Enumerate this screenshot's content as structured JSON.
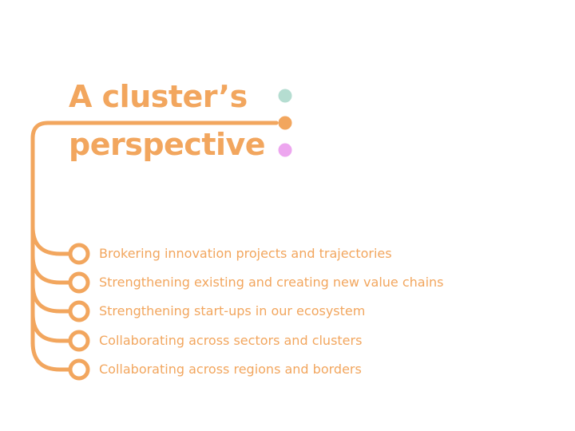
{
  "title": {
    "line1": "A cluster’s",
    "line2": "perspective"
  },
  "colors": {
    "accent": "#f2a65e",
    "dot_teal": "#b5ddd1",
    "dot_orange": "#f2a65e",
    "dot_pink": "#eda6ef"
  },
  "items": [
    {
      "label": "Brokering innovation projects and trajectories"
    },
    {
      "label": "Strengthening existing and creating new value chains"
    },
    {
      "label": "Strengthening start-ups in our ecosystem"
    },
    {
      "label": "Collaborating across sectors and clusters"
    },
    {
      "label": "Collaborating across regions and borders"
    }
  ]
}
